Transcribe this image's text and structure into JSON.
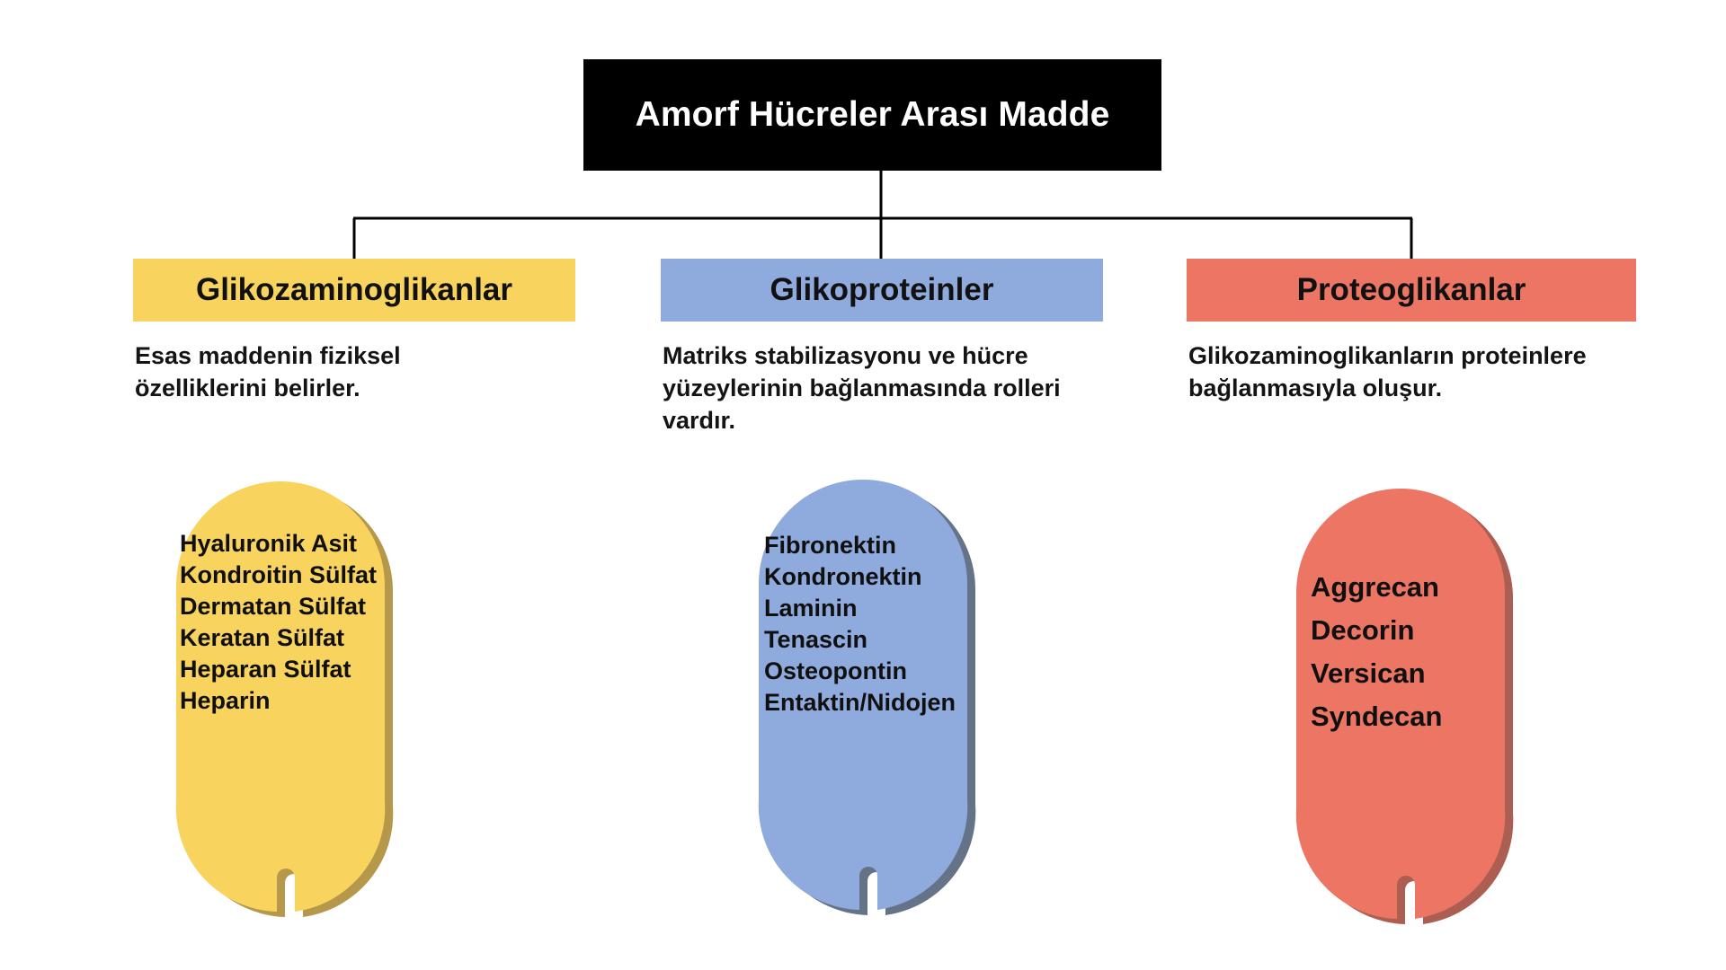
{
  "diagram": {
    "title": "Amorf Hücreler Arası Madde",
    "type": "hierarchy",
    "background_color": "#FFFFFF",
    "connector_color": "#000000",
    "root": {
      "label": "Amorf Hücreler Arası Madde",
      "fill_color": "#000000",
      "text_color": "#FFFFFF"
    },
    "branches": [
      {
        "id": "glikozaminoglikanlar",
        "header": "Glikozaminoglikanlar",
        "header_color": "#F8D45E",
        "capsule_color": "#F8D45E",
        "capsule_shadow_color": "#A8862A",
        "description": "Esas maddenin fiziksel özelliklerini belirler.",
        "items": [
          "Hyaluronik Asit",
          "Kondroitin Sülfat",
          "Dermatan Sülfat",
          "Keratan Sülfat",
          "Heparan Sülfat",
          "Heparin"
        ]
      },
      {
        "id": "glikoproteinler",
        "header": "Glikoproteinler",
        "header_color": "#8FAADC",
        "capsule_color": "#8FAADC",
        "capsule_shadow_color": "#4A5A73",
        "description": "Matriks stabilizasyonu ve hücre yüzeylerinin bağlanmasında rolleri vardır.",
        "items": [
          "Fibronektin",
          "Kondronektin",
          "Laminin",
          "Tenascin",
          "Osteopontin",
          "Entaktin/Nidojen"
        ]
      },
      {
        "id": "proteoglikanlar",
        "header": "Proteoglikanlar",
        "header_color": "#ED7563",
        "capsule_color": "#ED7563",
        "capsule_shadow_color": "#9E4234",
        "description": "Glikozaminoglikanların proteinlere bağlanmasıyla oluşur.",
        "items": [
          "Aggrecan",
          "Decorin",
          "Versican",
          "Syndecan"
        ]
      }
    ]
  }
}
